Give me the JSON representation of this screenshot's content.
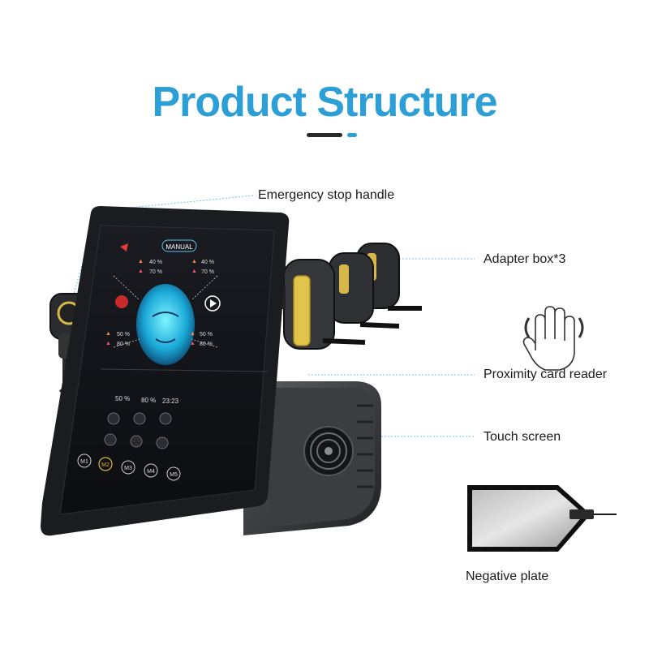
{
  "title": "Product Structure",
  "colors": {
    "accent": "#2b9fd6",
    "dark": "#2a2a2a",
    "leader": "#6fc0e4"
  },
  "labels": {
    "emergency_stop": "Emergency stop handle",
    "adapter_box": "Adapter box*3",
    "card_reader": "Proximity card reader",
    "touch_screen": "Touch screen",
    "negative_plate": "Negative plate"
  },
  "screen": {
    "mode": "MANUAL",
    "readouts": {
      "tl_a": "40 %",
      "tl_b": "70 %",
      "tr_a": "40 %",
      "tr_b": "70 %",
      "bl_a": "50 %",
      "bl_b": "80 %",
      "br_a": "50 %",
      "br_b": "80 %"
    },
    "bottom_stats": [
      "50 %",
      "80 %",
      "23:23"
    ],
    "mode_buttons": [
      "M1",
      "M2",
      "M3",
      "M4",
      "M5"
    ]
  }
}
